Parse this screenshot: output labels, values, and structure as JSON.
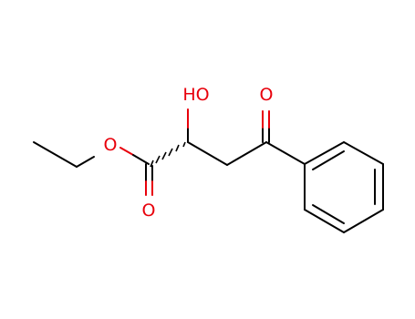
{
  "atoms": {
    "hydroxyl_label": "HO",
    "ketone_o_label": "O",
    "ester_o_label": "O",
    "carbonyl_o_label": "O"
  },
  "colors": {
    "bond": "#000000",
    "oxygen": "#e8000b",
    "background": "#ffffff"
  }
}
